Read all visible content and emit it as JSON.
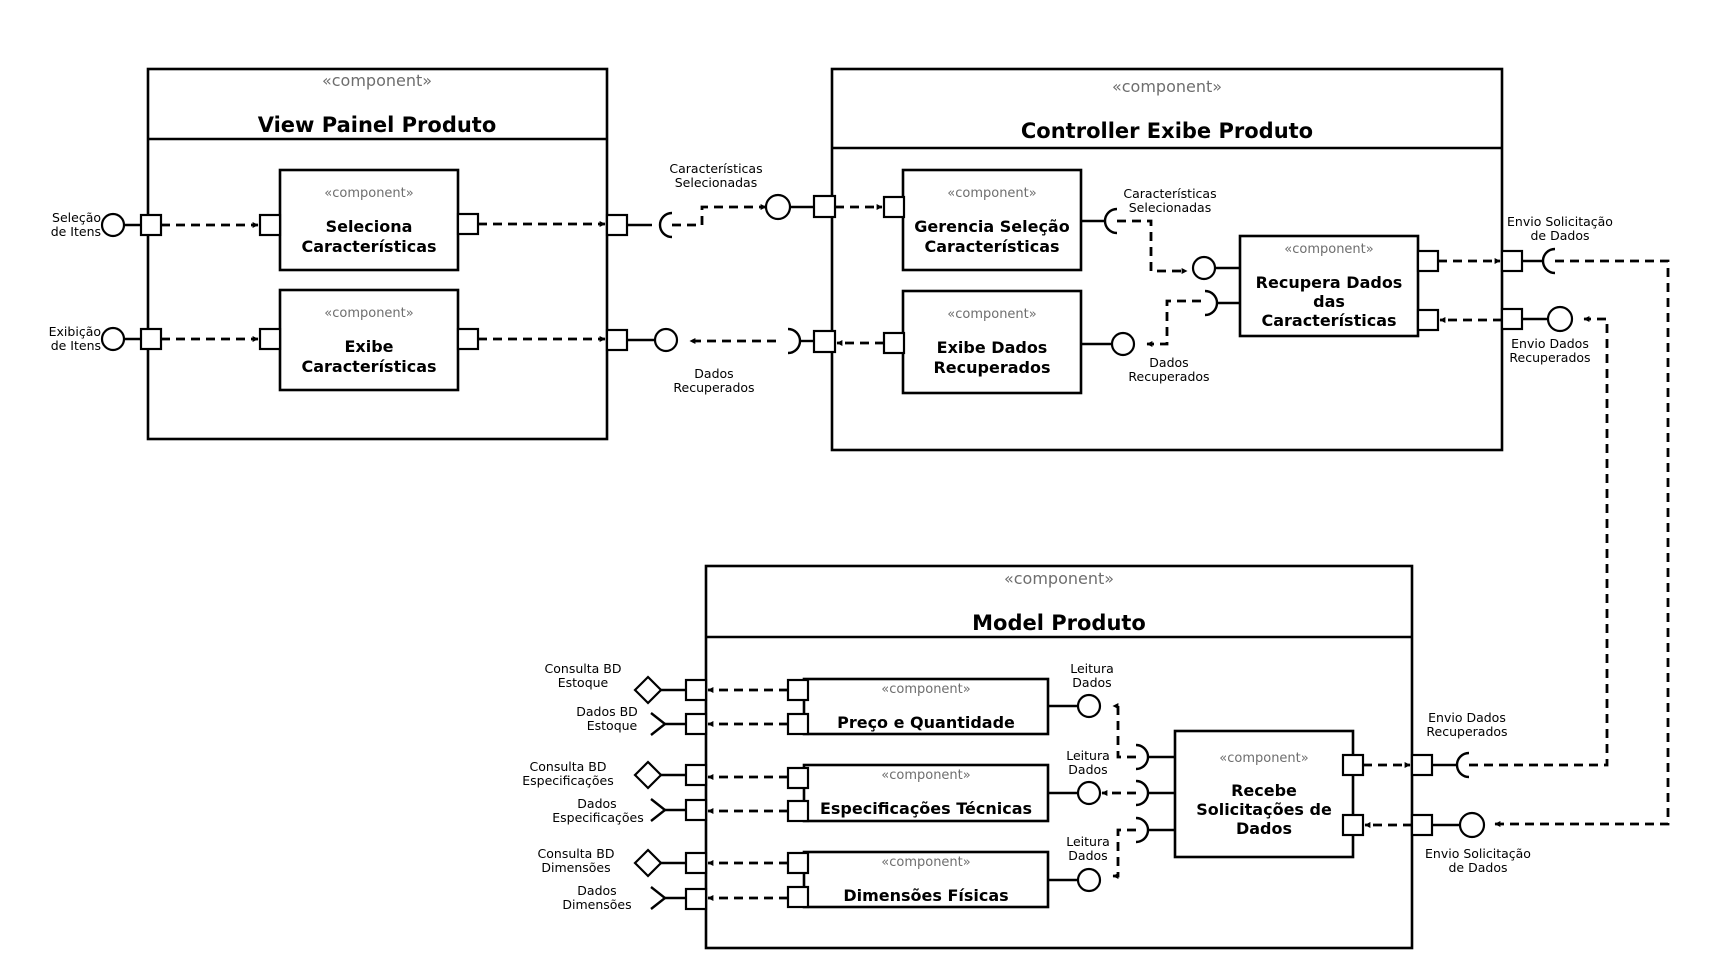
{
  "stereotype": "«component»",
  "components": {
    "view": {
      "title": "View Painel Produto",
      "inner": {
        "seleciona": [
          "Seleciona",
          "Características"
        ],
        "exibe": [
          "Exibe",
          "Características"
        ]
      },
      "ports": {
        "selecao": [
          "Seleção",
          "de Itens"
        ],
        "exibicao": [
          "Exibição",
          "de Itens"
        ]
      }
    },
    "controller": {
      "title": "Controller Exibe Produto",
      "inner": {
        "gerencia": [
          "Gerencia Seleção",
          "Características"
        ],
        "exibe_dados": [
          "Exibe Dados",
          "Recuperados"
        ],
        "recupera": [
          "Recupera Dados",
          "das",
          "Características"
        ]
      },
      "labels": {
        "caract_sel_1": [
          "Características",
          "Selecionadas"
        ],
        "caract_sel_2": [
          "Características",
          "Selecionadas"
        ],
        "dados_rec_1": [
          "Dados",
          "Recuperados"
        ],
        "dados_rec_2": [
          "Dados",
          "Recuperados"
        ],
        "envio_sol": [
          "Envio Solicitação",
          "de Dados"
        ],
        "envio_dados": [
          "Envio Dados",
          "Recuperados"
        ]
      }
    },
    "model": {
      "title": "Model Produto",
      "inner": {
        "preco": "Preço e Quantidade",
        "espec": "Especificações Técnicas",
        "dimen": "Dimensões Físicas",
        "recebe": [
          "Recebe",
          "Solicitações de",
          "Dados"
        ]
      },
      "labels": {
        "consulta_estoque": [
          "Consulta BD",
          "Estoque"
        ],
        "dados_estoque": [
          "Dados BD",
          "Estoque"
        ],
        "consulta_espec": [
          "Consulta BD",
          "Especificações"
        ],
        "dados_espec": [
          "Dados",
          "Especificações"
        ],
        "consulta_dimen": [
          "Consulta BD",
          "Dimensões"
        ],
        "dados_dimen": [
          "Dados",
          "Dimensões"
        ],
        "leitura_1": [
          "Leitura",
          "Dados"
        ],
        "leitura_2": [
          "Leitura",
          "Dados"
        ],
        "leitura_3": [
          "Leitura",
          "Dados"
        ],
        "envio_dados": [
          "Envio Dados",
          "Recuperados"
        ],
        "envio_sol": [
          "Envio Solicitação",
          "de Dados"
        ]
      }
    }
  }
}
